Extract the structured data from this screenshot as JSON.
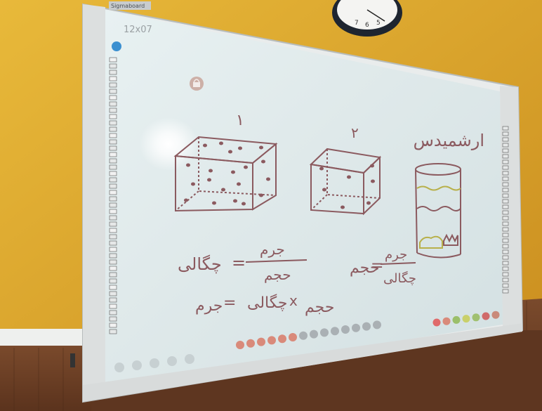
{
  "board": {
    "top_label": "12x07",
    "frame_brand": "Sigmaboard"
  },
  "clock": {
    "numbers": [
      "7",
      "6",
      "5"
    ]
  },
  "writing": {
    "heading": "ارشمیدس",
    "cube_one_label": "۱",
    "cube_two_label": "۲",
    "density_formula": {
      "left": "چگالی",
      "equals": "=",
      "numerator": "جرم",
      "denominator": "حجم"
    },
    "mass_formula": {
      "left": "جرم",
      "equals": "=",
      "factor_one": "چگالی",
      "times": "x",
      "factor_two": "حجم"
    },
    "volume_formula": {
      "left": "حجم",
      "equals": "=",
      "numerator": "جرم",
      "denominator": "چگالی"
    }
  }
}
